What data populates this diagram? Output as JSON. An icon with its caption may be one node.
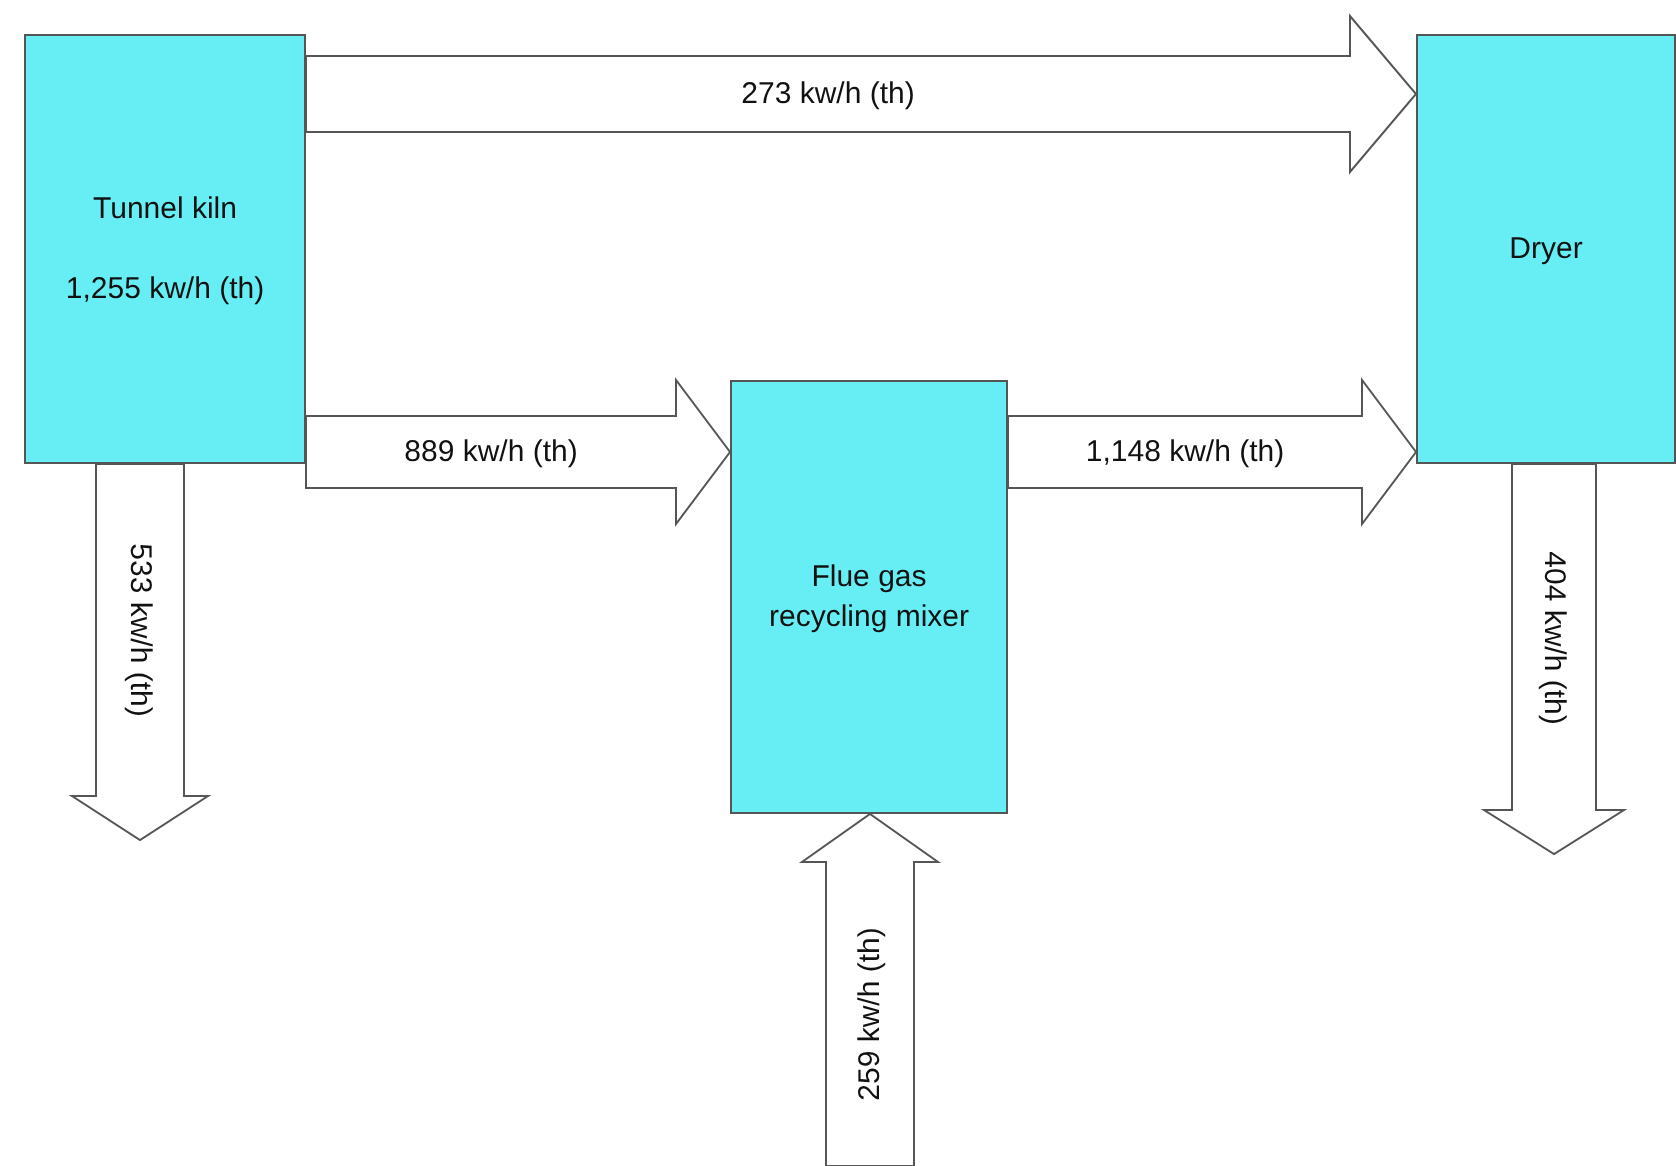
{
  "diagram": {
    "nodes": [
      {
        "text": [
          "Tunnel kiln",
          "1,255 kw/h (th)"
        ]
      },
      {
        "text": [
          "Dryer"
        ]
      },
      {
        "text": [
          "Flue gas recycling mixer"
        ]
      }
    ],
    "edges": [
      {
        "from": 0,
        "to": 1,
        "arrow": "to",
        "label": "273 kw/h (th)"
      },
      {
        "from": 0,
        "to": 2,
        "arrow": "to",
        "label": "889 kw/h (th)"
      },
      {
        "from": 2,
        "to": 1,
        "arrow": "to",
        "label": "1,148 kw/h (th)"
      },
      {
        "from": 0,
        "to": null,
        "arrow": "to",
        "label": "533 kw/h (th)"
      },
      {
        "from": 1,
        "to": null,
        "arrow": "to",
        "label": "404 kw/h (th)"
      },
      {
        "from": null,
        "to": 2,
        "arrow": "to",
        "label": "259 kw/h (th)"
      }
    ]
  }
}
